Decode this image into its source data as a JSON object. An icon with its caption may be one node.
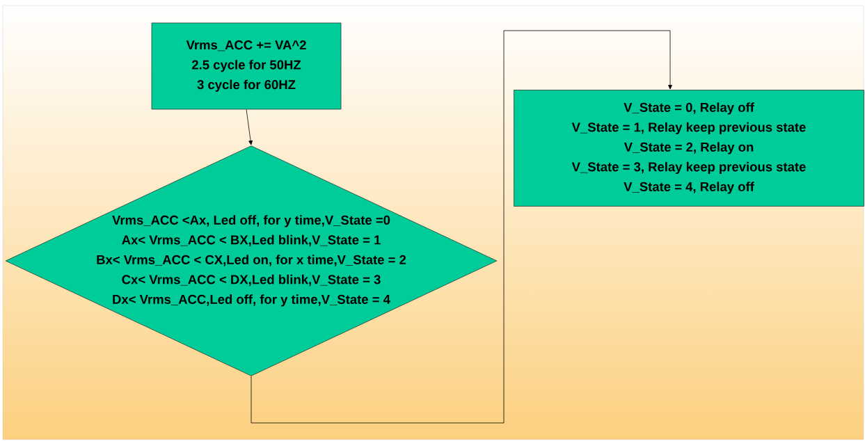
{
  "diagram": {
    "nodes": [
      {
        "text": [
          "Vrms_ACC += VA^2",
          "2.5 cycle for 50HZ",
          "3 cycle for 60HZ"
        ]
      },
      {
        "text": [
          "Vrms_ACC <Ax, Led off, for y time,V_State =0",
          "Ax< Vrms_ACC < BX,Led blink,V_State = 1",
          "Bx< Vrms_ACC < CX,Led on, for x time,V_State = 2",
          "Cx< Vrms_ACC < DX,Led blink,V_State = 3",
          "Dx< Vrms_ACC,Led off, for y time,V_State = 4"
        ]
      },
      {
        "text": [
          "V_State = 0, Relay off",
          "V_State = 1, Relay keep previous state",
          "V_State = 2, Relay on",
          "V_State = 3, Relay keep previous state",
          "V_State = 4, Relay off"
        ]
      }
    ],
    "edges": [
      {
        "from": 0,
        "to": 1,
        "arrow": "to"
      },
      {
        "from": 1,
        "to": 2,
        "arrow": "to"
      }
    ]
  }
}
